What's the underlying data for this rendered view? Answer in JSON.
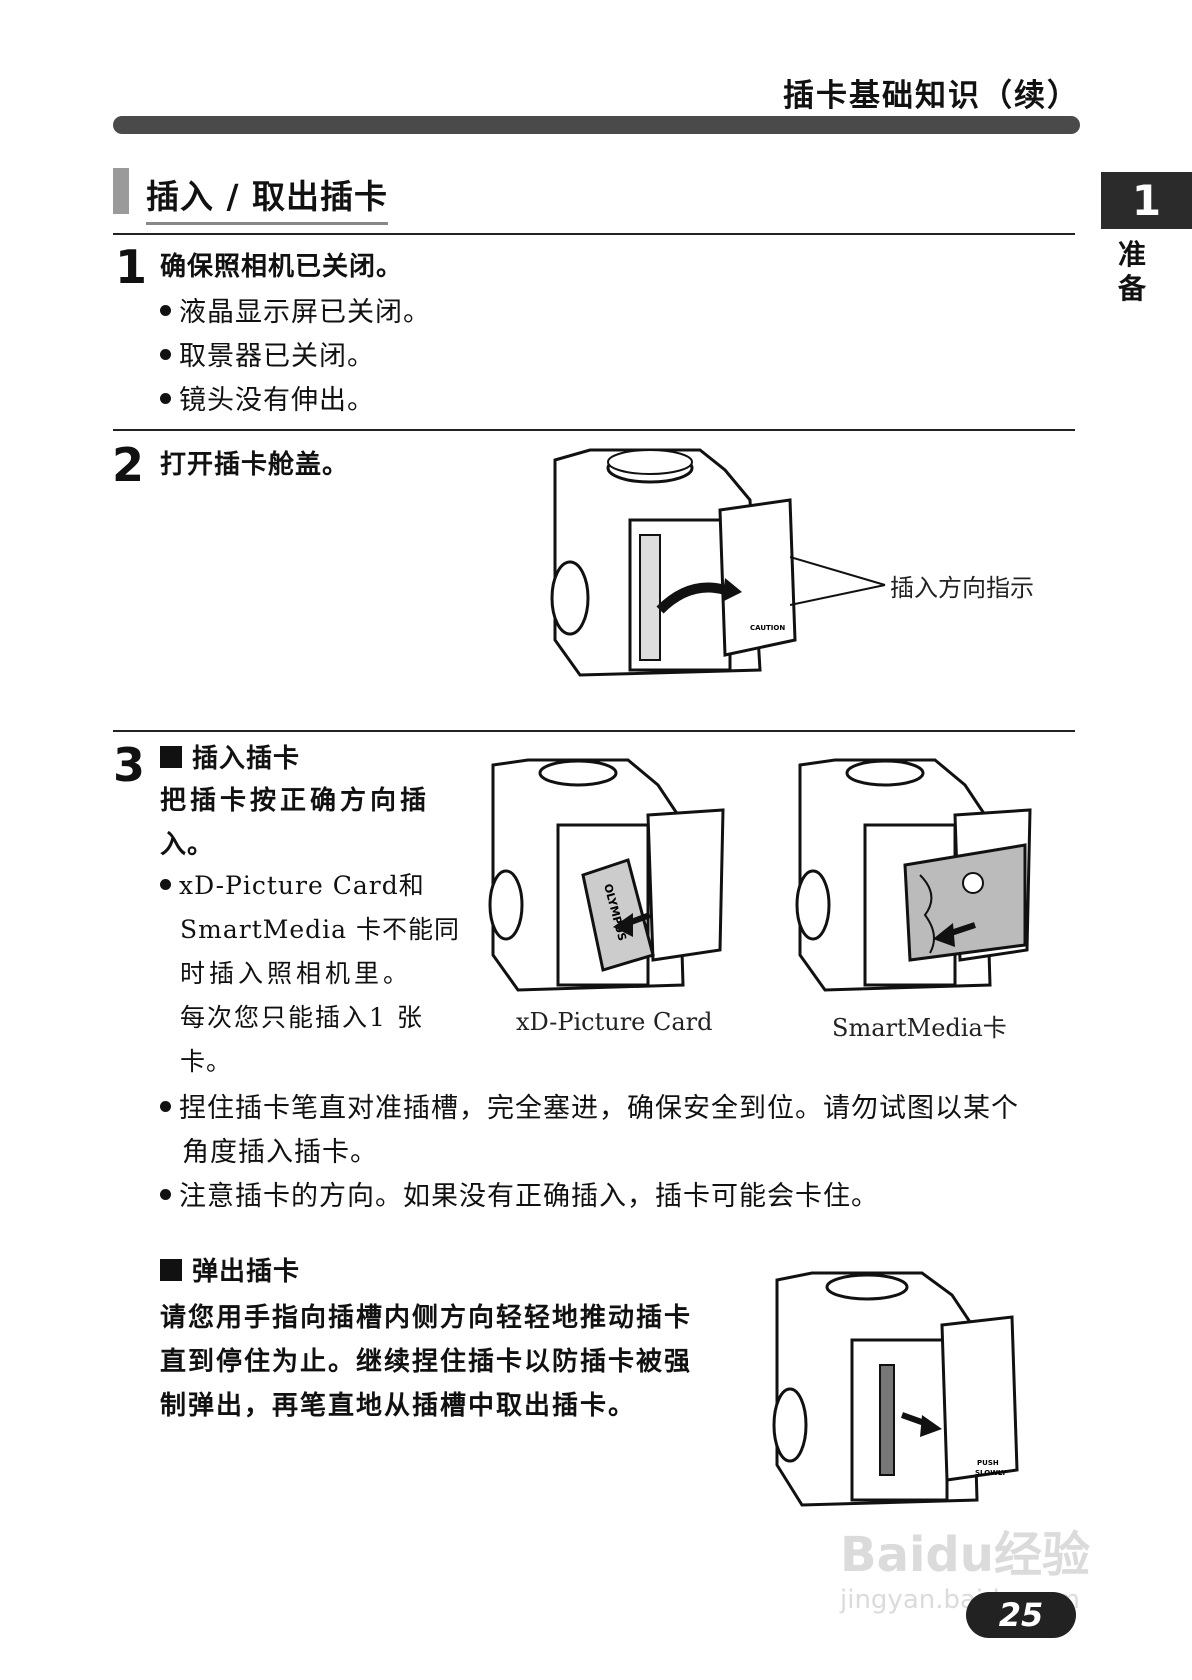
{
  "header": {
    "title": "插卡基础知识（续）"
  },
  "chapter": {
    "number": "1",
    "label": "准备"
  },
  "section": {
    "title": "插入 / 取出插卡"
  },
  "step1": {
    "number": "1",
    "title": "确保照相机已关闭。",
    "bullets": [
      "液晶显示屏已关闭。",
      "取景器已关闭。",
      "镜头没有伸出。"
    ]
  },
  "step2": {
    "number": "2",
    "title": "打开插卡舱盖。",
    "callout": "插入方向指示"
  },
  "step3": {
    "number": "3",
    "insert_heading": "插入插卡",
    "insert_line1": "把插卡按正确方向插",
    "insert_line2": "入。",
    "note_lines": [
      "xD-Picture Card和",
      "SmartMedia 卡不能同",
      "时插入照相机里。",
      "每次您只能插入1 张",
      "卡。"
    ],
    "caption_xd": "xD-Picture Card",
    "caption_sm": "SmartMedia卡",
    "bullet2_line1": "捏住插卡笔直对准插槽，完全塞进，确保安全到位。请勿试图以某个",
    "bullet2_line2": "角度插入插卡。",
    "bullet3": "注意插卡的方向。如果没有正确插入，插卡可能会卡住。",
    "eject_heading": "弹出插卡",
    "eject_lines": [
      "请您用手指向插槽内侧方向轻轻地推动插卡",
      "直到停住为止。继续捏住插卡以防插卡被强",
      "制弹出，再笔直地从插槽中取出插卡。"
    ]
  },
  "figure_labels": {
    "card_brand": "OLYMPUS",
    "caution": "CAUTION",
    "push": "PUSH",
    "slowly": "SLOWLY"
  },
  "watermark": {
    "brand": "Baidu经验",
    "url": "jingyan.baidu.com"
  },
  "page_number": "25"
}
